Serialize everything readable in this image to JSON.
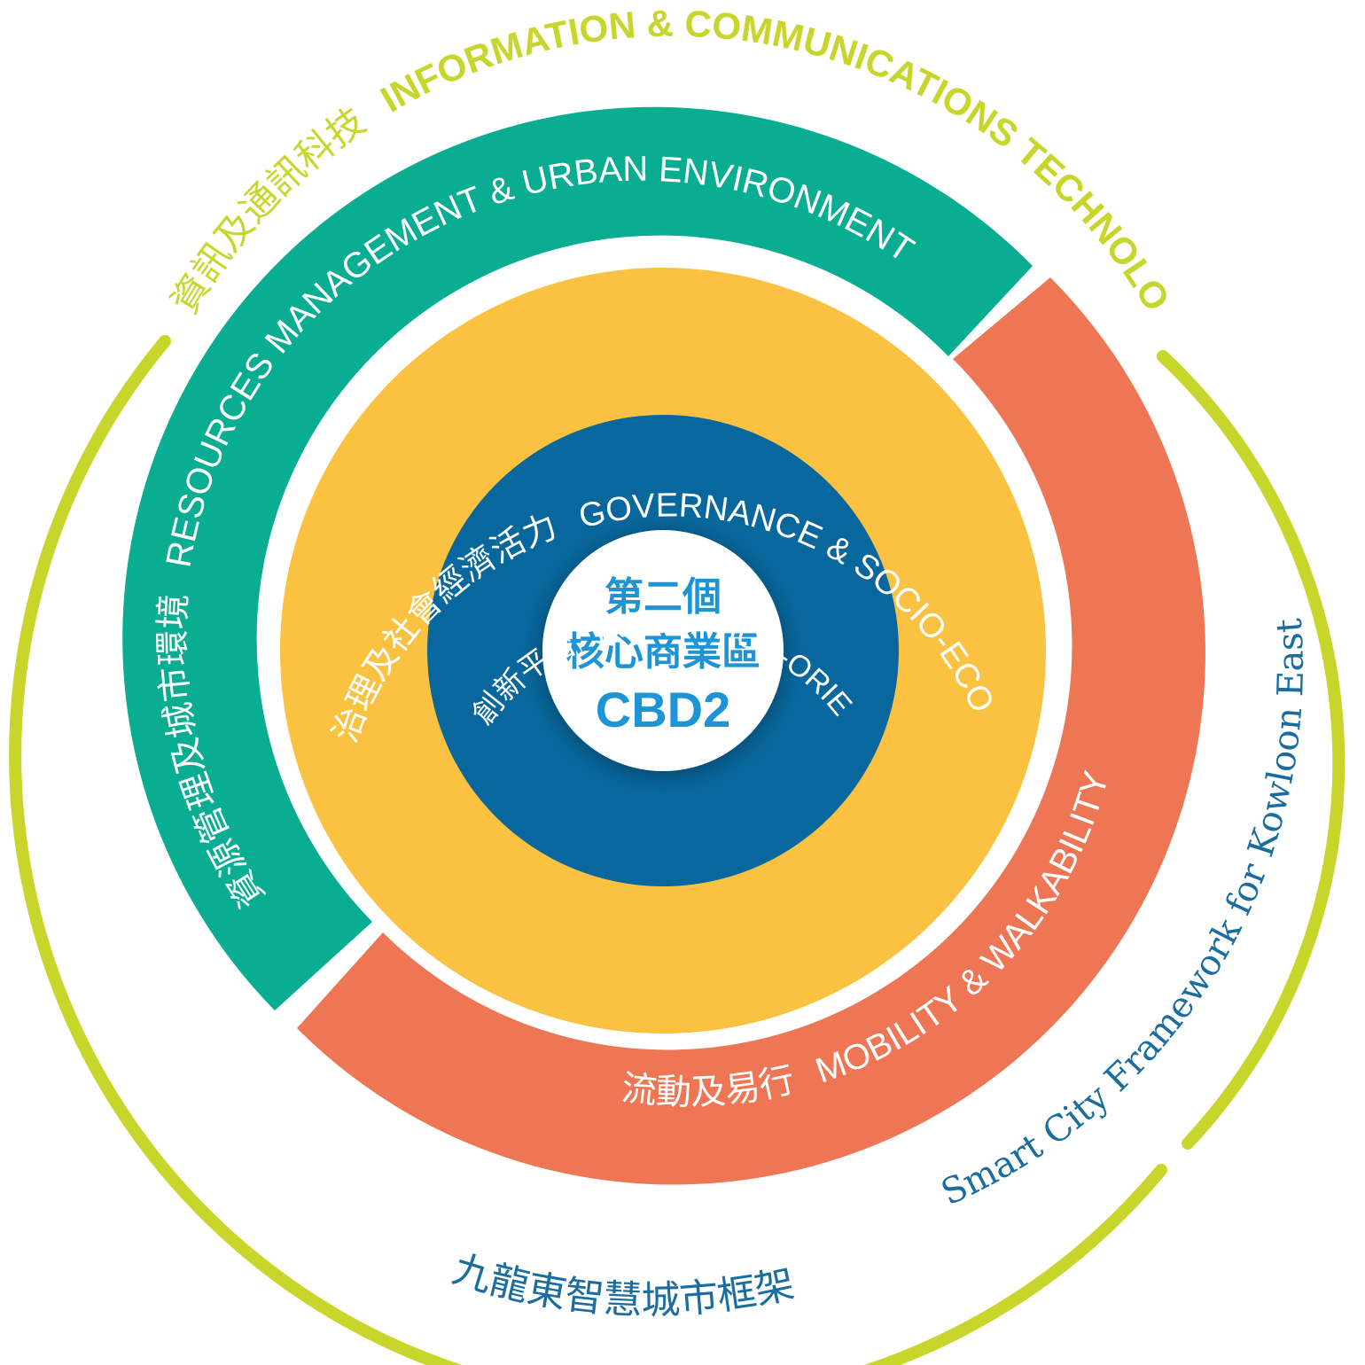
{
  "colors": {
    "outer_ring": "#c8d62b",
    "teal": "#09ad92",
    "orange": "#ef7655",
    "yellow": "#fbc140",
    "blue": "#08679d",
    "center_text": "#1c94d6",
    "white": "#ffffff",
    "title_blue": "#1a6d9e"
  },
  "ict": {
    "label_zh": "資訊及通訊科技",
    "label_en": "INFORMATION & COMMUNICATIONS TECHNOLOGY"
  },
  "resources": {
    "label_zh": "資源管理及城市環境",
    "label_en": "RESOURCES MANAGEMENT & URBAN ENVIRONMENT"
  },
  "governance": {
    "label_zh": "治理及社會經濟活力",
    "label_en": "GOVERNANCE & SOCIO-ECONOMIC VIBRANCY"
  },
  "innovation": {
    "label_zh": "創新平台",
    "label_en": "INNOVATION-ORIENTED PLATFORM"
  },
  "mobility": {
    "label_zh": "流動及易行",
    "label_en": "MOBILITY & WALKABILITY"
  },
  "center": {
    "line1": "第二個",
    "line2": "核心商業區",
    "line3": "CBD2"
  },
  "framework": {
    "label_zh": "九龍東智慧城市框架",
    "label_en": "Smart City Framework for Kowloon East"
  }
}
